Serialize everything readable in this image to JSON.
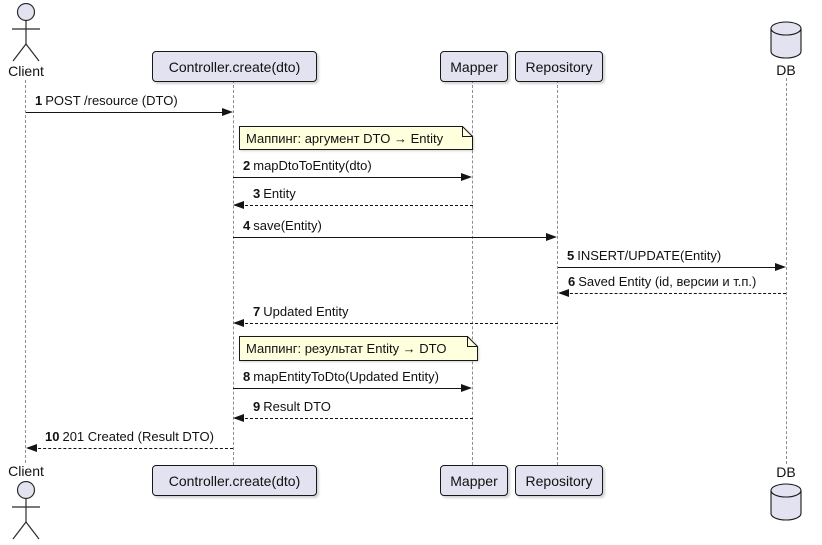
{
  "participants": [
    {
      "name": "Client",
      "type": "actor"
    },
    {
      "name": "Controller.create(dto)",
      "type": "participant"
    },
    {
      "name": "Mapper",
      "type": "participant"
    },
    {
      "name": "Repository",
      "type": "participant"
    },
    {
      "name": "DB",
      "type": "database"
    }
  ],
  "notes": [
    {
      "text": "Маппинг: аргумент DTO → Entity"
    },
    {
      "text": "Маппинг: результат Entity → DTO"
    }
  ],
  "messages": [
    {
      "num": "1",
      "text": "POST /resource (DTO)",
      "from": "Client",
      "to": "Controller.create(dto)",
      "line": "solid"
    },
    {
      "num": "2",
      "text": "mapDtoToEntity(dto)",
      "from": "Controller.create(dto)",
      "to": "Mapper",
      "line": "solid"
    },
    {
      "num": "3",
      "text": "Entity",
      "from": "Mapper",
      "to": "Controller.create(dto)",
      "line": "dashed"
    },
    {
      "num": "4",
      "text": "save(Entity)",
      "from": "Controller.create(dto)",
      "to": "Repository",
      "line": "solid"
    },
    {
      "num": "5",
      "text": "INSERT/UPDATE(Entity)",
      "from": "Repository",
      "to": "DB",
      "line": "solid"
    },
    {
      "num": "6",
      "text": "Saved Entity (id, версии и т.п.)",
      "from": "DB",
      "to": "Repository",
      "line": "dashed"
    },
    {
      "num": "7",
      "text": "Updated Entity",
      "from": "Repository",
      "to": "Controller.create(dto)",
      "line": "dashed"
    },
    {
      "num": "8",
      "text": "mapEntityToDto(Updated Entity)",
      "from": "Controller.create(dto)",
      "to": "Mapper",
      "line": "solid"
    },
    {
      "num": "9",
      "text": "Result DTO",
      "from": "Mapper",
      "to": "Controller.create(dto)",
      "line": "dashed"
    },
    {
      "num": "10",
      "text": "201 Created (Result DTO)",
      "from": "Controller.create(dto)",
      "to": "Client",
      "line": "dashed"
    }
  ],
  "colors": {
    "participant_fill": "#E2E2F0",
    "note_fill": "#FEFFDD",
    "border": "#181818",
    "lifeline": "#8F8F8F",
    "message_line": "#141414",
    "background": "#FFFFFF"
  }
}
